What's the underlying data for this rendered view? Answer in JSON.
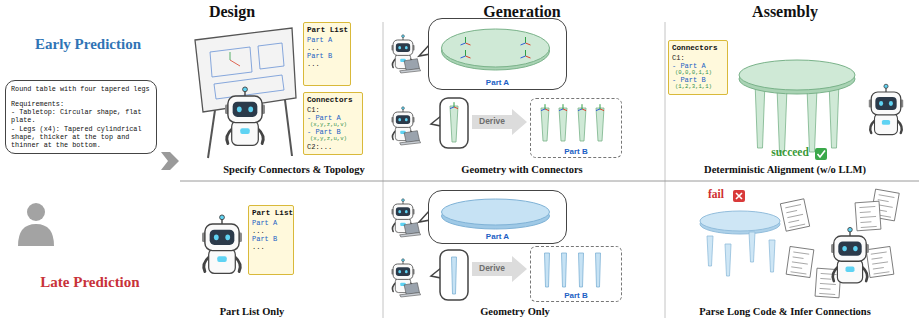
{
  "diagram": {
    "nodes": [
      {
        "text": [
          "Round table with four tapered legs",
          "Requirements:",
          "- Tabletop: Circular shape, flat plate.",
          "- Legs (x4): Tapered cylindrical shape, thicker at the top and thinner at the bottom."
        ]
      },
      {
        "text": [
          "Part List",
          "Part A",
          "...",
          "Part B",
          "..."
        ]
      },
      {
        "text": [
          "Connectors",
          "C1:",
          "- Part A",
          "(x,y,z,u,v)",
          "- Part B",
          "(x,y,z,u,v)",
          "C2:..."
        ]
      },
      {
        "text": [
          "Part A"
        ]
      },
      {
        "text": [
          "Part B"
        ]
      },
      {
        "text": [
          "Connectors",
          "C1:",
          "- Part A",
          "(0,0,0,1,1)",
          "- Part B",
          "(1,2,3,1,1)"
        ]
      },
      {
        "text": [
          "Part List",
          "Part A",
          "...",
          "Part B",
          "..."
        ]
      },
      {
        "text": [
          "Part A"
        ]
      },
      {
        "text": [
          "Part B"
        ]
      }
    ],
    "labels": [
      "Design",
      "Generation",
      "Assembly",
      "Early Prediction",
      "Late Prediction",
      "Specify Connectors & Topology",
      "Geometry with Connectors",
      "Deterministic Alignment (w/o LLM)",
      "Derive",
      "succeed",
      "Part List Only",
      "Derive",
      "fail",
      "Geometry Only",
      "Parse Long Code & Infer Connections"
    ]
  }
}
